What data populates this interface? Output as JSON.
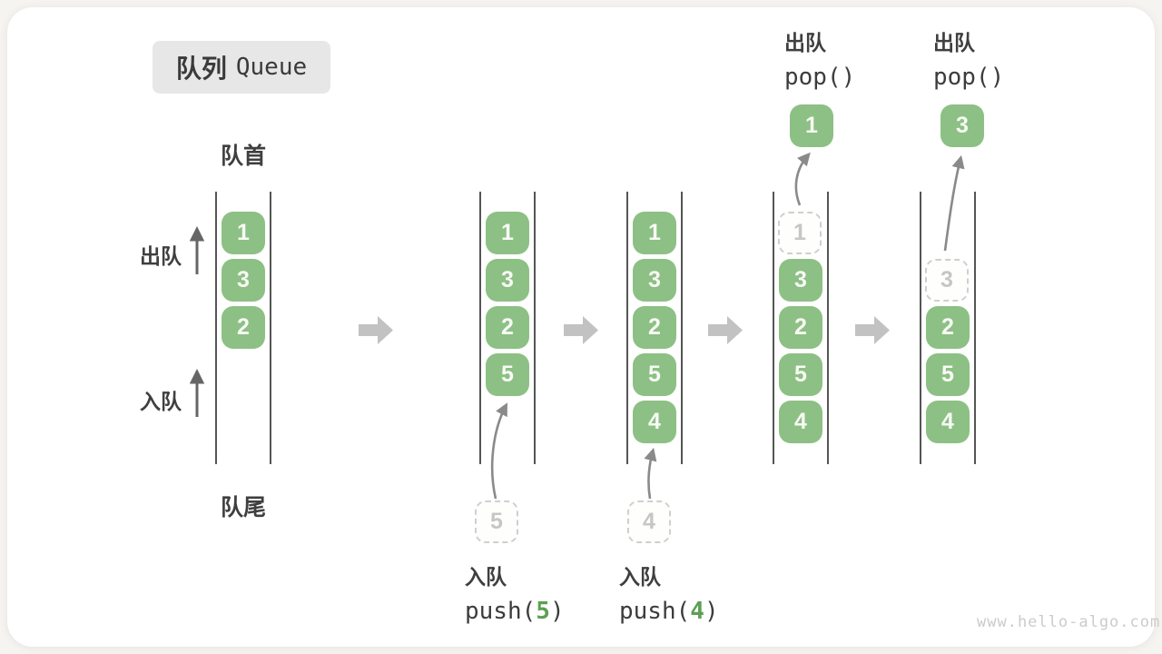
{
  "title": {
    "zh": "队列",
    "en": "Queue"
  },
  "side_labels": {
    "front": "队首",
    "rear": "队尾",
    "dequeue": "出队",
    "enqueue": "入队"
  },
  "ops": {
    "enqueue_zh": "入队",
    "dequeue_zh": "出队",
    "push_pre": "push(",
    "push5_arg": "5",
    "push4_arg": "4",
    "paren_close": ")",
    "pop_code": "pop()"
  },
  "states": [
    {
      "cells": [
        "1",
        "3",
        "2"
      ]
    },
    {
      "cells": [
        "1",
        "3",
        "2",
        "5"
      ],
      "pending": "5"
    },
    {
      "cells": [
        "1",
        "3",
        "2",
        "5",
        "4"
      ],
      "pending": "4"
    },
    {
      "cells": [
        "3",
        "2",
        "5",
        "4"
      ],
      "ghost": "1",
      "popped": "1"
    },
    {
      "cells": [
        "2",
        "5",
        "4"
      ],
      "ghost": "3",
      "popped": "3"
    }
  ],
  "watermark": "www.hello-algo.com",
  "colors": {
    "cell_green": "#8dc084",
    "code_arg_green": "#5ca052",
    "text_dark": "#3c3c3c",
    "arrow_gray": "#8a8a8a",
    "block_arrow_gray": "#c2c2c2",
    "ghost_gray": "#c6c6c6",
    "title_bg": "#e7e7e7"
  }
}
